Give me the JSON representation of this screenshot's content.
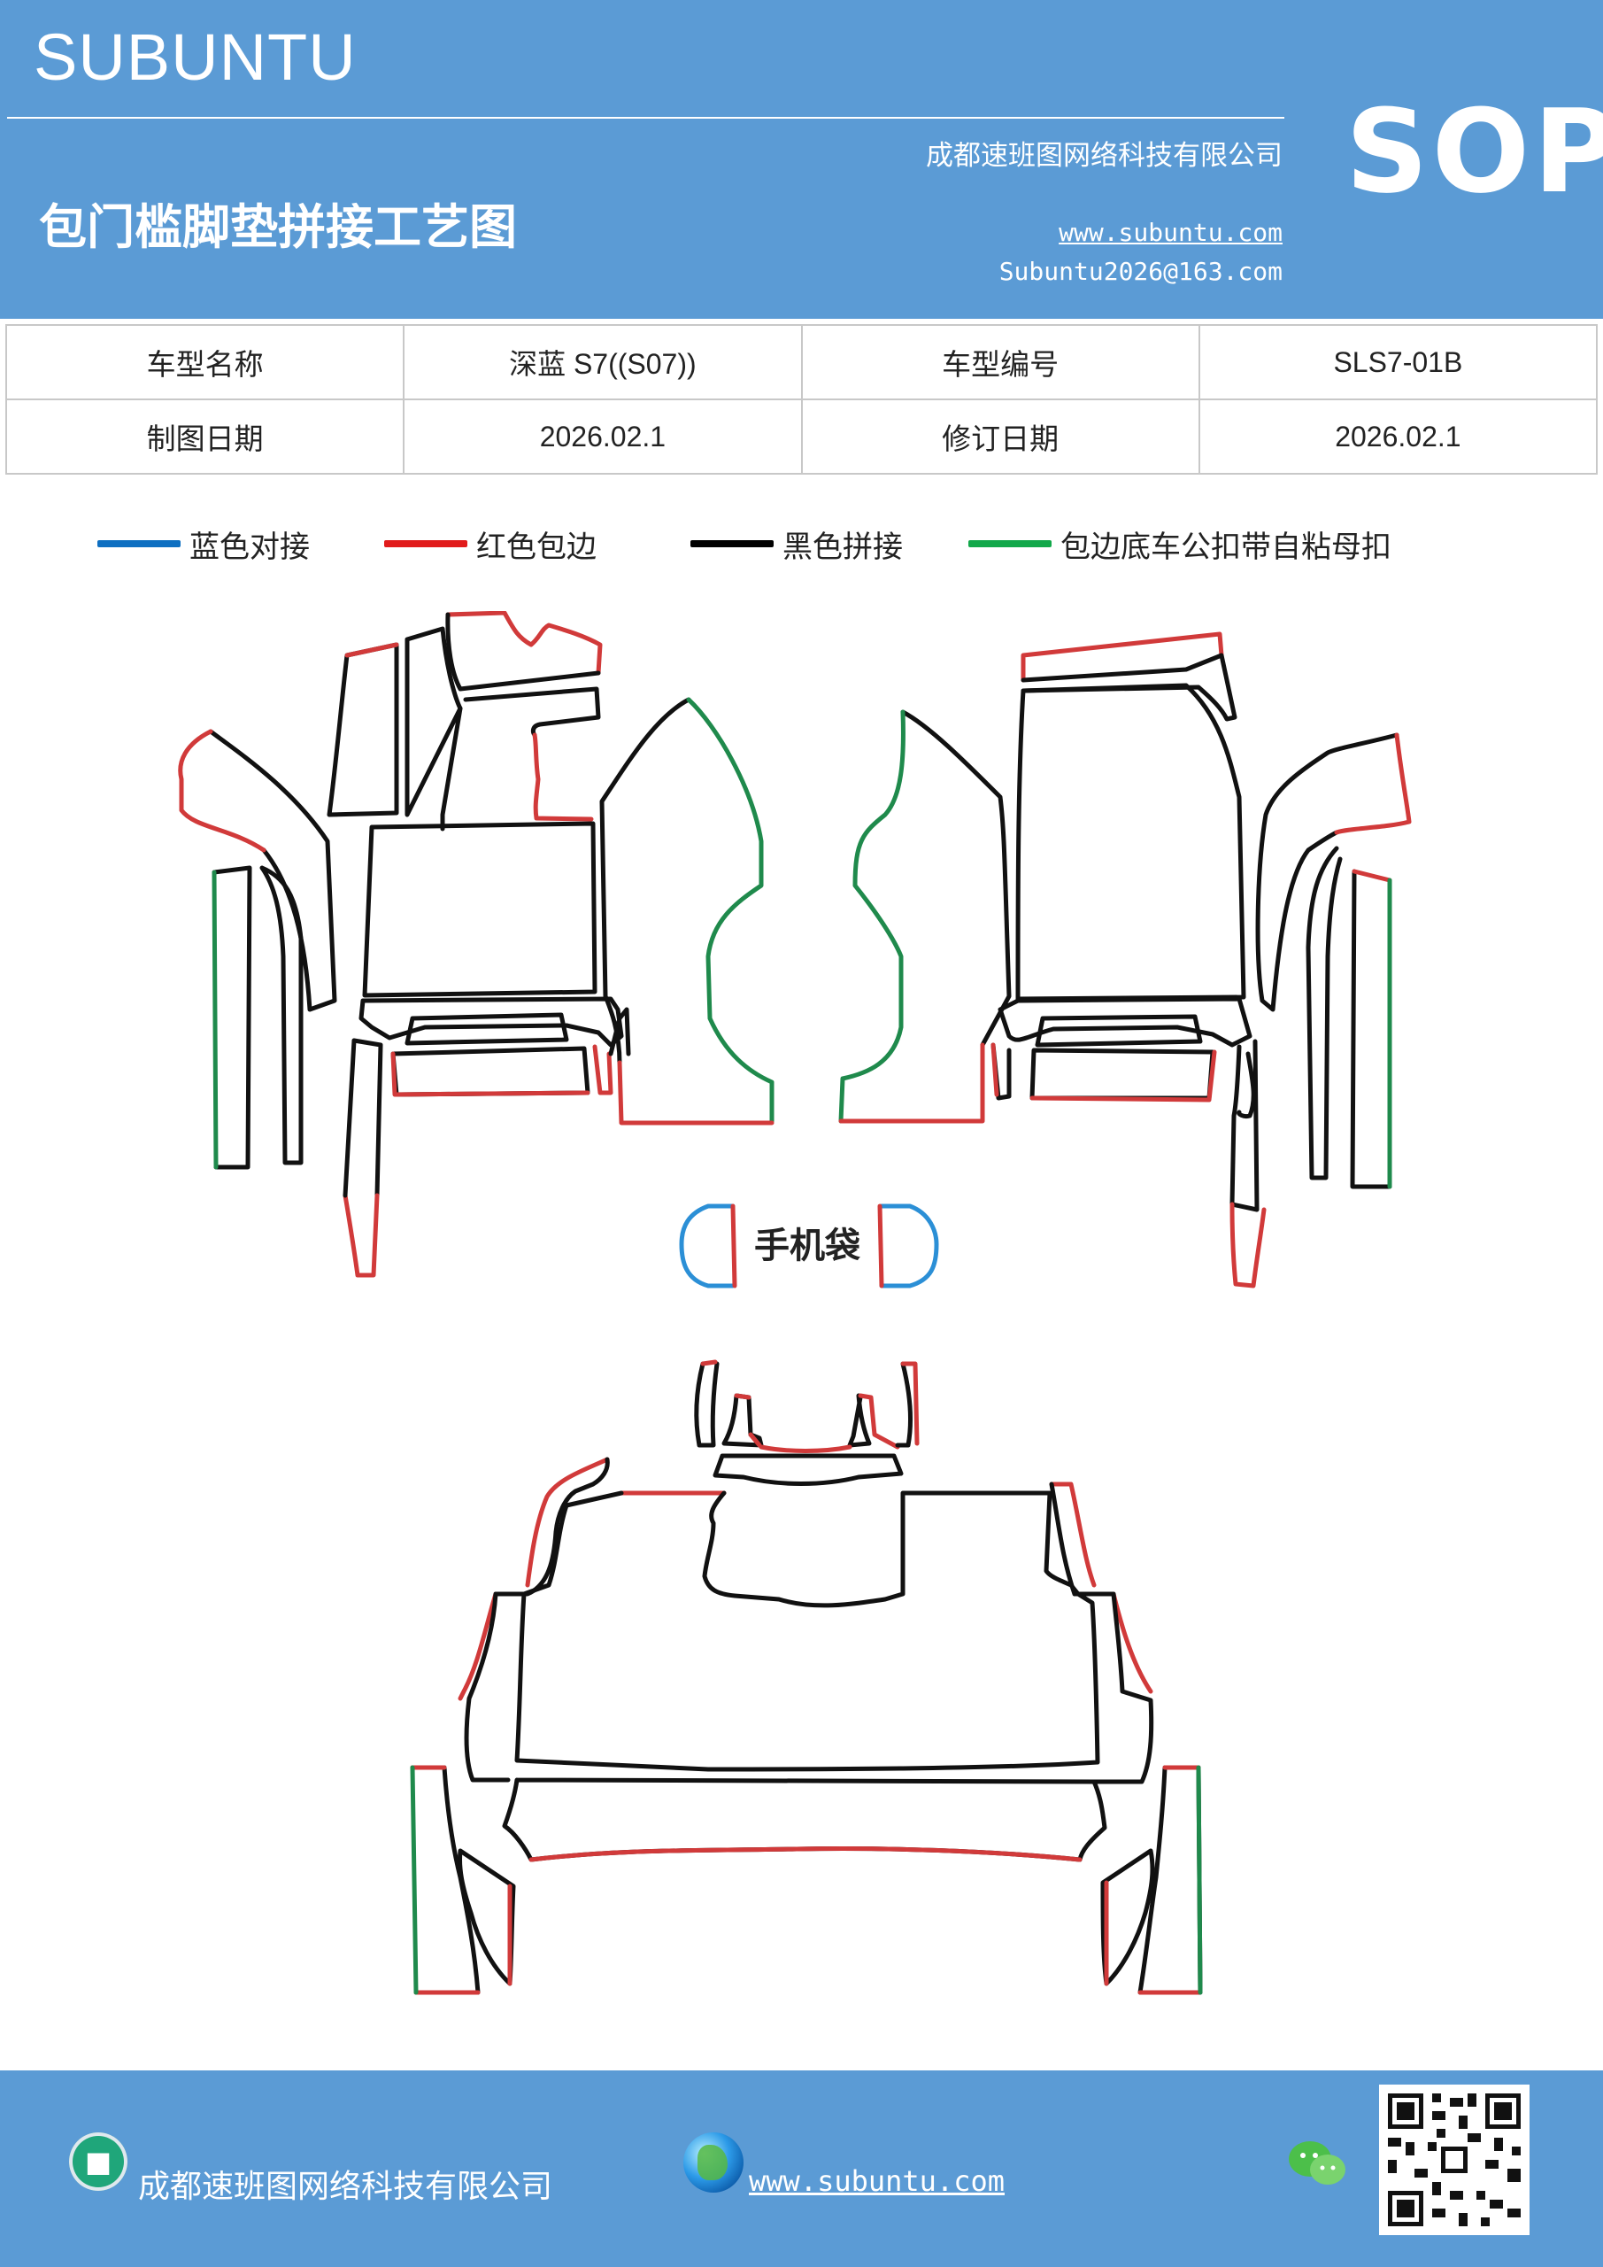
{
  "header": {
    "brand": "SUBUNTU",
    "title": "包门槛脚垫拼接工艺图",
    "company": "成都速班图网络科技有限公司",
    "website": "www.subuntu.com",
    "email": "Subuntu2026@163.com",
    "badge": "SOP"
  },
  "info_table": {
    "rows": [
      [
        "车型名称",
        "深蓝 S7((S07))",
        "车型编号",
        "SLS7-01B"
      ],
      [
        "制图日期",
        "2026.02.1",
        "修订日期",
        "2026.02.1"
      ]
    ]
  },
  "legend": [
    {
      "label": "蓝色对接",
      "color": "#0e6fc1"
    },
    {
      "label": "红色包边",
      "color": "#e11b1b"
    },
    {
      "label": "黑色拼接",
      "color": "#000000"
    },
    {
      "label": "包边底车公扣带自粘母扣",
      "color": "#12a84a"
    }
  ],
  "diagram": {
    "phone_bag_label": "手机袋",
    "colors": {
      "blue": "#2b8fd6",
      "red": "#d13a3a",
      "black": "#111111",
      "green": "#1f8a4c"
    }
  },
  "footer": {
    "company": "成都速班图网络科技有限公司",
    "website": "www.subuntu.com",
    "icons": [
      "building-icon",
      "globe-icon",
      "wechat-icon",
      "qr-code"
    ]
  }
}
